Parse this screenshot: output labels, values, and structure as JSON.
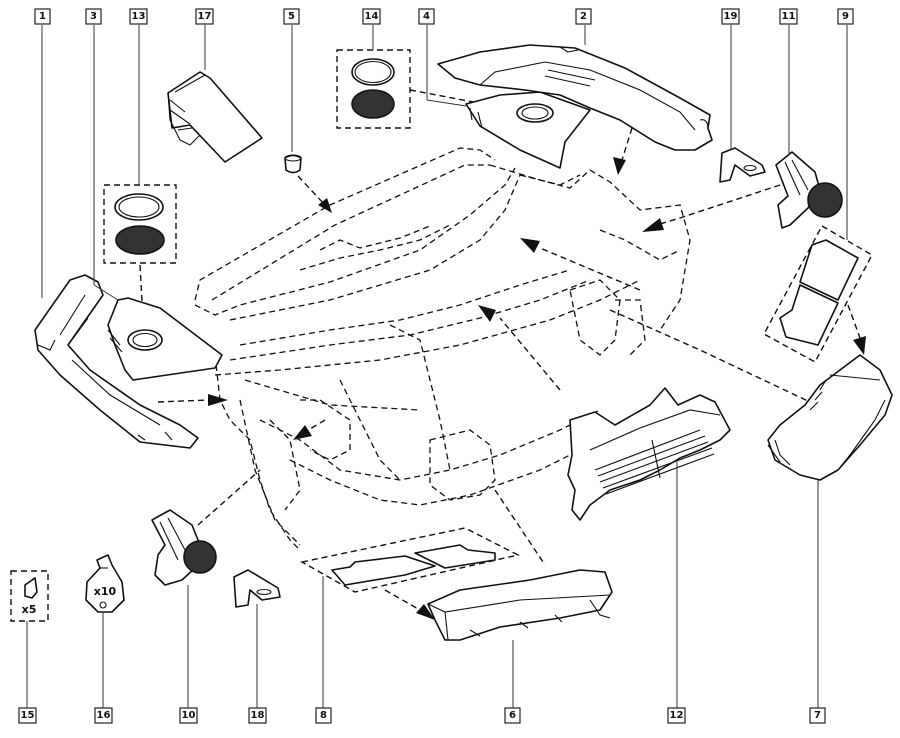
{
  "diagram": {
    "title": "Dashboard trim exploded view",
    "callouts": [
      {
        "id": "1",
        "label": "1"
      },
      {
        "id": "3",
        "label": "3"
      },
      {
        "id": "13",
        "label": "13"
      },
      {
        "id": "17",
        "label": "17"
      },
      {
        "id": "5",
        "label": "5"
      },
      {
        "id": "14",
        "label": "14"
      },
      {
        "id": "4",
        "label": "4"
      },
      {
        "id": "2",
        "label": "2"
      },
      {
        "id": "19",
        "label": "19"
      },
      {
        "id": "11",
        "label": "11"
      },
      {
        "id": "9",
        "label": "9"
      },
      {
        "id": "15",
        "label": "15"
      },
      {
        "id": "16",
        "label": "16"
      },
      {
        "id": "10",
        "label": "10"
      },
      {
        "id": "18",
        "label": "18"
      },
      {
        "id": "8",
        "label": "8"
      },
      {
        "id": "6",
        "label": "6"
      },
      {
        "id": "12",
        "label": "12"
      },
      {
        "id": "7",
        "label": "7"
      }
    ],
    "quantities": {
      "clip_pack": "x5",
      "screw_bag": "x10"
    },
    "parts": [
      {
        "callout": "1",
        "name": "left-side-trim-panel"
      },
      {
        "callout": "2",
        "name": "upper-right-trim-panel"
      },
      {
        "callout": "3",
        "name": "left-speaker-cover"
      },
      {
        "callout": "4",
        "name": "center-speaker-cover"
      },
      {
        "callout": "5",
        "name": "plug-cap"
      },
      {
        "callout": "6",
        "name": "glovebox-lower-panel"
      },
      {
        "callout": "7",
        "name": "right-glovebox-panel"
      },
      {
        "callout": "8",
        "name": "lower-pad-set"
      },
      {
        "callout": "9",
        "name": "right-pad-set"
      },
      {
        "callout": "10",
        "name": "left-air-vent"
      },
      {
        "callout": "11",
        "name": "right-air-vent"
      },
      {
        "callout": "12",
        "name": "center-air-vent"
      },
      {
        "callout": "13",
        "name": "left-speaker-grille-kit"
      },
      {
        "callout": "14",
        "name": "center-speaker-grille-kit"
      },
      {
        "callout": "15",
        "name": "clip-pack"
      },
      {
        "callout": "16",
        "name": "screw-bag"
      },
      {
        "callout": "17",
        "name": "corner-bracket-cover"
      },
      {
        "callout": "18",
        "name": "left-bracket"
      },
      {
        "callout": "19",
        "name": "right-bracket"
      }
    ]
  }
}
